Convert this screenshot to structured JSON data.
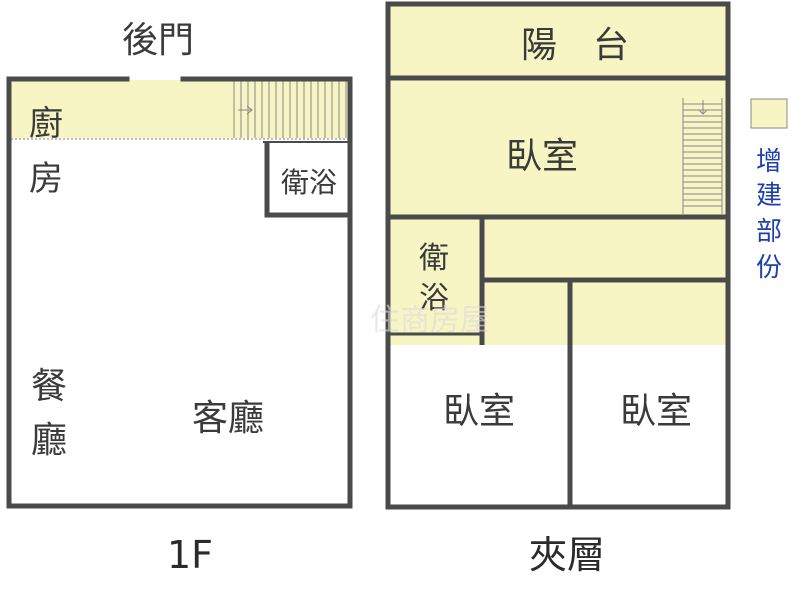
{
  "colors": {
    "extension_fill": "#f7f5c4",
    "wall": "#4a4a4a",
    "legend_text": "#1f3fae",
    "label_text": "#3a3a3a"
  },
  "floor_1f": {
    "back_door": "後門",
    "kitchen": [
      "廚",
      "房"
    ],
    "bathroom": "衛浴",
    "dining": [
      "餐",
      "廳"
    ],
    "living_room": "客廳",
    "caption": "1F"
  },
  "mezzanine": {
    "balcony": "陽　台",
    "bedroom_extension": "臥室",
    "bathroom": [
      "衛",
      "浴"
    ],
    "bedroom_left": "臥室",
    "bedroom_right": "臥室",
    "caption": "夾層"
  },
  "legend": {
    "swatch_color": "#f7f5c4",
    "text": [
      "增",
      "建",
      "部",
      "份"
    ]
  },
  "watermark": "住商房屋"
}
